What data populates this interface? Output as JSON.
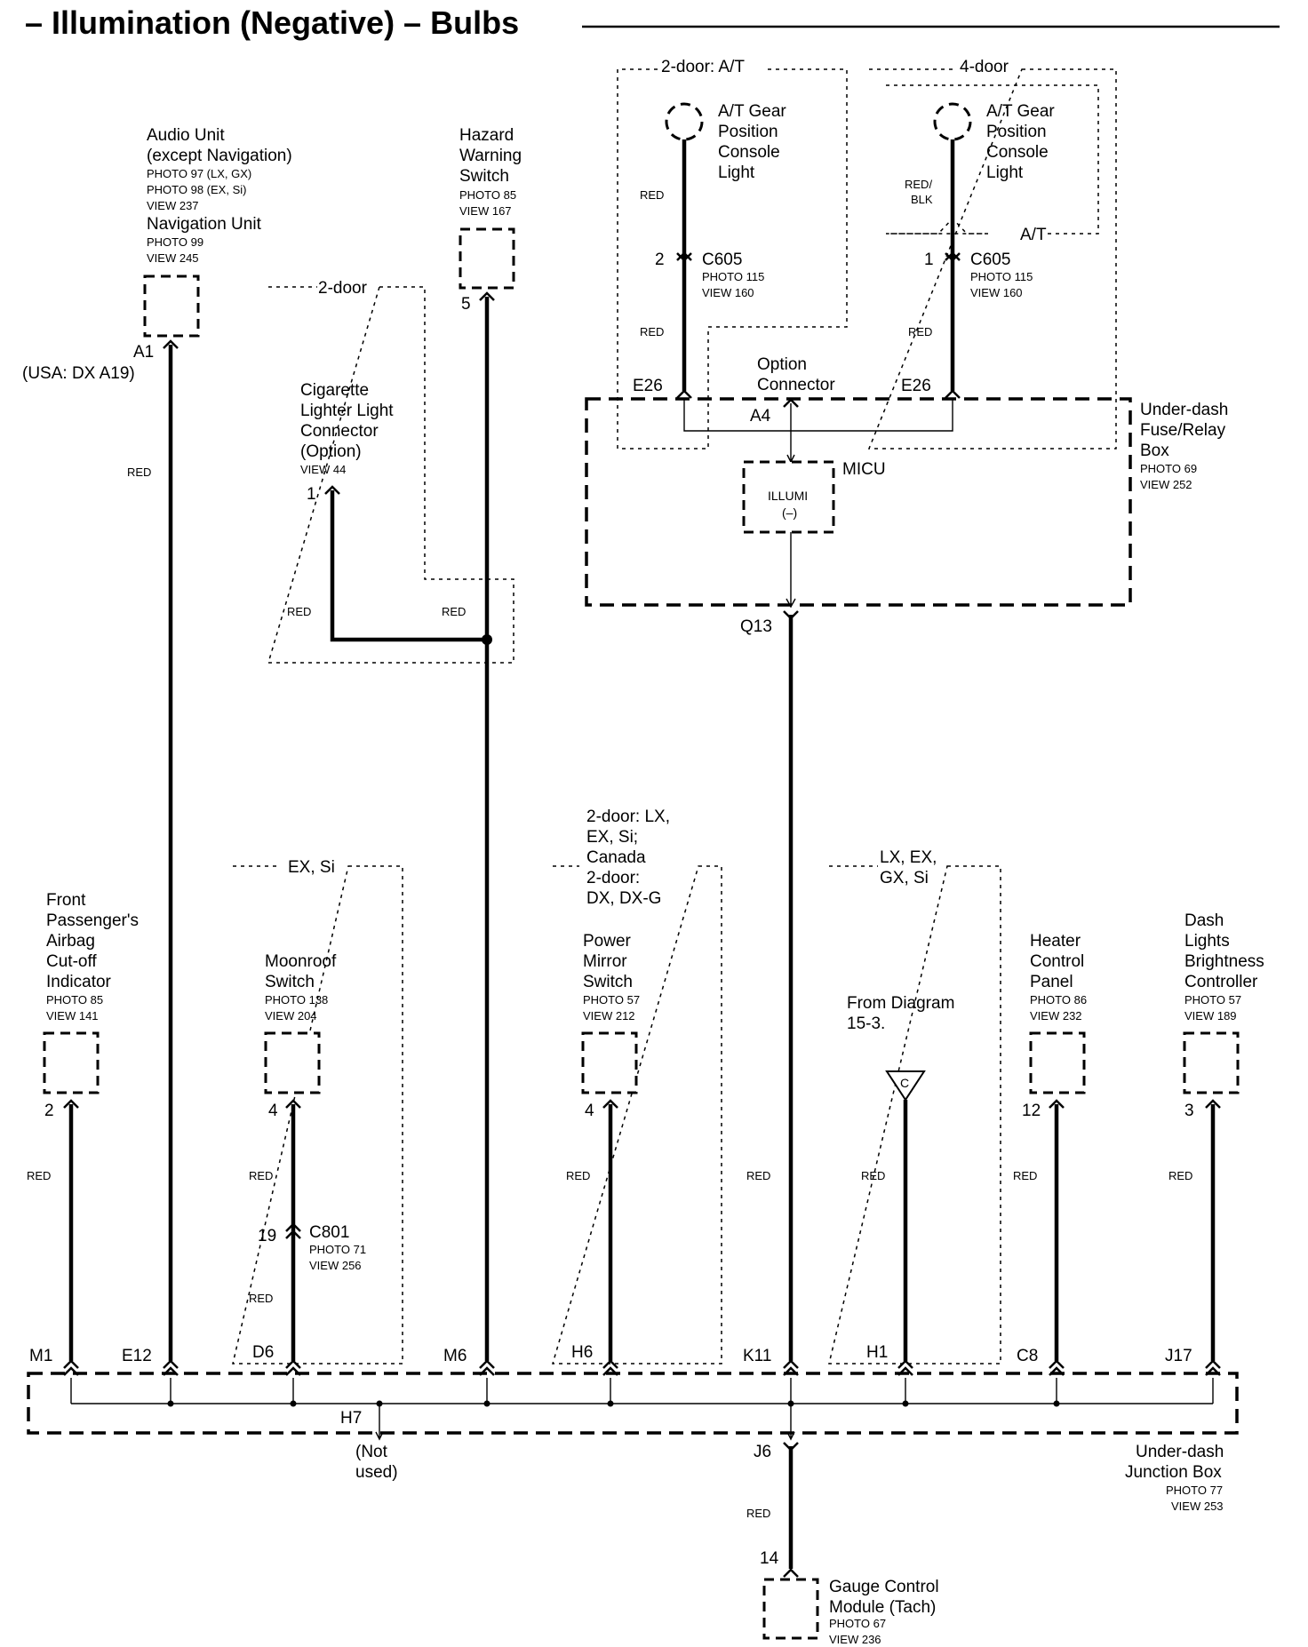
{
  "title": "– Illumination (Negative) – Bulbs",
  "wire_color": "RED",
  "top": {
    "audio": {
      "lines": [
        "Audio Unit",
        "(except Navigation)"
      ],
      "photo1": "PHOTO 97 (LX, GX)",
      "photo2": "PHOTO 98 (EX, Si)",
      "view": "VIEW 237",
      "nav": "Navigation Unit",
      "nav_photo": "PHOTO 99",
      "nav_view": "VIEW 245",
      "pin": "A1",
      "pin_note": "(USA: DX A19)"
    },
    "hazard": {
      "lines": [
        "Hazard",
        "Warning",
        "Switch"
      ],
      "photo": "PHOTO 85",
      "view": "VIEW 167",
      "pin": "5"
    },
    "cig": {
      "group": "2-door",
      "lines": [
        "Cigarette",
        "Lighter Light",
        "Connector",
        "(Option)"
      ],
      "view": "VIEW 44",
      "pin": "1"
    },
    "at2": {
      "group": "2-door: A/T",
      "lines": [
        "A/T Gear",
        "Position",
        "Console",
        "Light"
      ],
      "pin": "2",
      "conn": "C605",
      "photo": "PHOTO 115",
      "view": "VIEW 160",
      "pin_box": "E26"
    },
    "at4": {
      "group": "4-door",
      "sub": "A/T",
      "lines": [
        "A/T Gear",
        "Position",
        "Console",
        "Light"
      ],
      "color1": "RED/",
      "color2": "BLK",
      "pin": "1",
      "conn": "C605",
      "photo": "PHOTO 115",
      "view": "VIEW 160",
      "pin_box": "E26"
    },
    "option": {
      "lines": [
        "Option",
        "Connector"
      ],
      "pin": "A4"
    },
    "fuse_box": {
      "lines": [
        "Under-dash",
        "Fuse/Relay",
        "Box"
      ],
      "photo": "PHOTO 69",
      "view": "VIEW 252",
      "micu": "MICU",
      "illumi1": "ILLUMI",
      "illumi2": "(–)",
      "out_pin": "Q13"
    }
  },
  "bottom": {
    "front_pass": {
      "lines": [
        "Front",
        "Passenger's",
        "Airbag",
        "Cut-off",
        "Indicator"
      ],
      "photo": "PHOTO 85",
      "view": "VIEW 141",
      "pin": "2",
      "jb_pin": "M1"
    },
    "audio_jb_pin": "E12",
    "moonroof": {
      "group": "EX, Si",
      "lines": [
        "Moonroof",
        "Switch"
      ],
      "photo": "PHOTO 138",
      "view": "VIEW 204",
      "pin": "4",
      "conn_pin": "19",
      "conn": "C801",
      "conn_photo": "PHOTO 71",
      "conn_view": "VIEW 256",
      "jb_pin": "D6"
    },
    "hazard_jb_pin": "M6",
    "mirror": {
      "group": [
        "2-door: LX,",
        "EX, Si;",
        "Canada",
        "2-door:",
        "DX, DX-G"
      ],
      "lines": [
        "Power",
        "Mirror",
        "Switch"
      ],
      "photo": "PHOTO 57",
      "view": "VIEW 212",
      "pin": "4",
      "jb_pin": "H6"
    },
    "micu_jb_pin": "K11",
    "diagram": {
      "group": [
        "LX, EX,",
        "GX, Si"
      ],
      "from1": "From   Diagram",
      "from2": "15-3.",
      "letter": "C",
      "jb_pin": "H1"
    },
    "heater": {
      "lines": [
        "Heater",
        "Control",
        "Panel"
      ],
      "photo": "PHOTO 86",
      "view": "VIEW 232",
      "pin": "12",
      "jb_pin": "C8"
    },
    "dash": {
      "lines": [
        "Dash",
        "Lights",
        "Brightness",
        "Controller"
      ],
      "photo": "PHOTO 57",
      "view": "VIEW 189",
      "pin": "3",
      "jb_pin": "J17"
    },
    "junction": {
      "lines": [
        "Under-dash",
        "Junction Box"
      ],
      "photo": "PHOTO 77",
      "view": "VIEW 253",
      "h7": "H7",
      "not_used1": "(Not",
      "not_used2": "used)",
      "j6": "J6"
    },
    "gauge": {
      "pin": "14",
      "lines": [
        "Gauge Control",
        "Module (Tach)"
      ],
      "photo": "PHOTO 67",
      "view": "VIEW 236"
    }
  }
}
